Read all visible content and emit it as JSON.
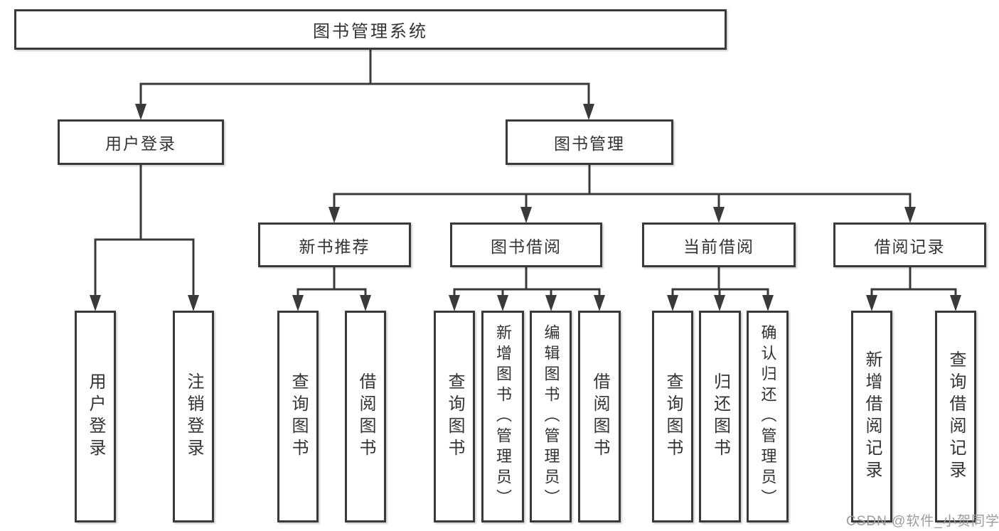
{
  "diagram_type": "hierarchy-tree",
  "tree": {
    "label": "图书管理系统",
    "children": [
      {
        "label": "用户登录",
        "children": [
          {
            "label": "用户登录"
          },
          {
            "label": "注销登录"
          }
        ]
      },
      {
        "label": "图书管理",
        "children": [
          {
            "label": "新书推荐",
            "children": [
              {
                "label": "查询图书"
              },
              {
                "label": "借阅图书"
              }
            ]
          },
          {
            "label": "图书借阅",
            "children": [
              {
                "label": "查询图书"
              },
              {
                "label": "新增图书（管理员）"
              },
              {
                "label": "编辑图书（管理员）"
              },
              {
                "label": "借阅图书"
              }
            ]
          },
          {
            "label": "当前借阅",
            "children": [
              {
                "label": "查询图书"
              },
              {
                "label": "归还图书"
              },
              {
                "label": "确认归还（管理员）"
              }
            ]
          },
          {
            "label": "借阅记录",
            "children": [
              {
                "label": "新增借阅记录"
              },
              {
                "label": "查询借阅记录"
              }
            ]
          }
        ]
      }
    ]
  },
  "watermark": {
    "text": "CSDN @软件_小贺同学"
  },
  "colors": {
    "line-color": "#3a3a3a",
    "text-color": "#333333",
    "watermark-color": "#9c9c9c",
    "bg-color": "#ffffff"
  }
}
